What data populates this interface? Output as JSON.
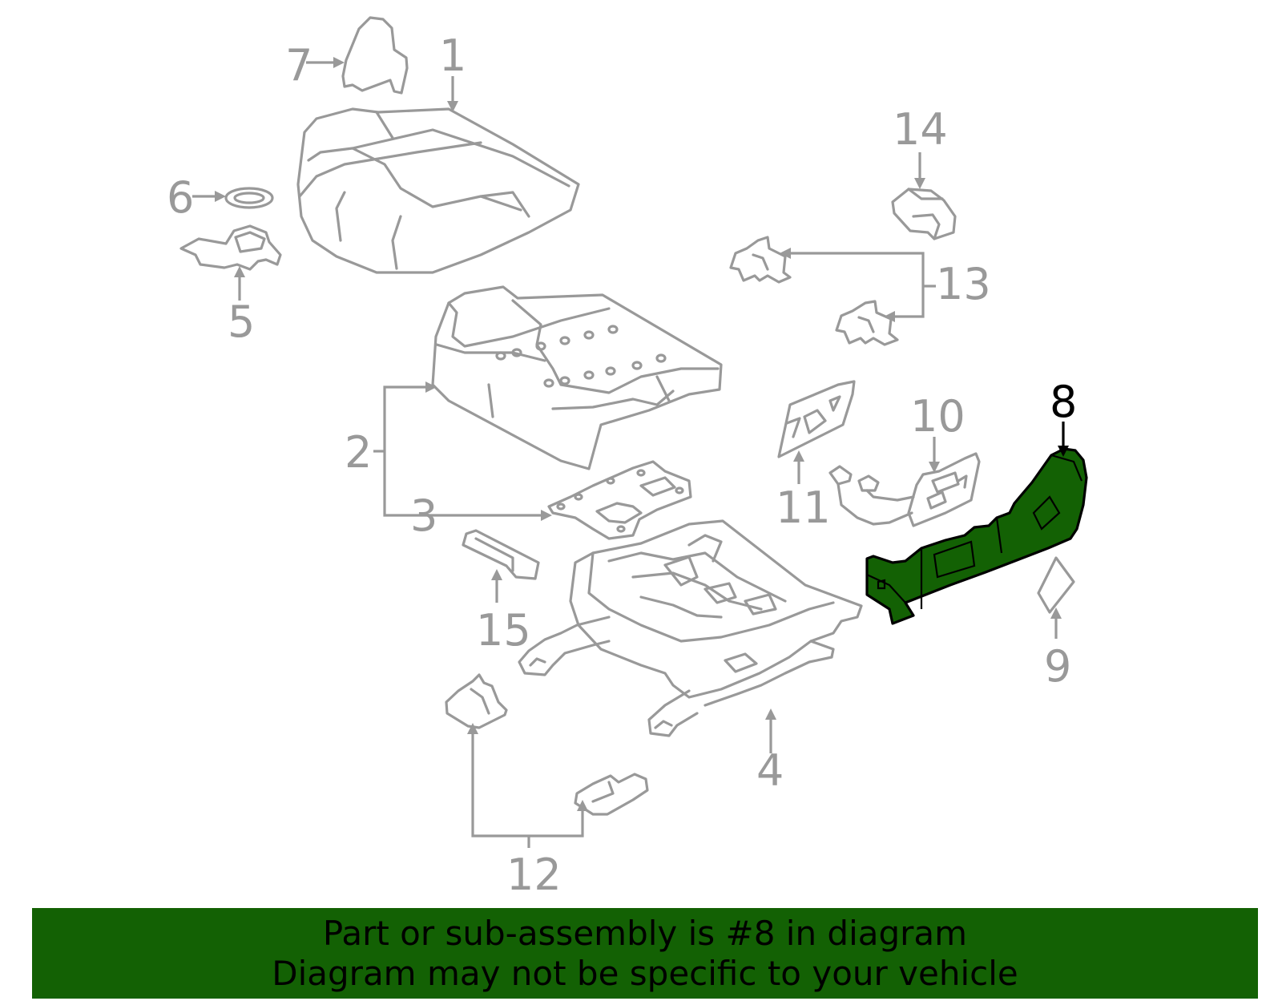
{
  "callouts": [
    {
      "id": "1",
      "label": "1"
    },
    {
      "id": "2",
      "label": "2"
    },
    {
      "id": "3",
      "label": "3"
    },
    {
      "id": "4",
      "label": "4"
    },
    {
      "id": "5",
      "label": "5"
    },
    {
      "id": "6",
      "label": "6"
    },
    {
      "id": "7",
      "label": "7"
    },
    {
      "id": "8",
      "label": "8",
      "highlighted": true
    },
    {
      "id": "9",
      "label": "9"
    },
    {
      "id": "10",
      "label": "10"
    },
    {
      "id": "11",
      "label": "11"
    },
    {
      "id": "12",
      "label": "12"
    },
    {
      "id": "13",
      "label": "13"
    },
    {
      "id": "14",
      "label": "14"
    },
    {
      "id": "15",
      "label": "15"
    }
  ],
  "banner": {
    "line1": "Part or sub-assembly is #8 in diagram",
    "line2": "Diagram may not be specific to your vehicle"
  },
  "colors": {
    "highlight": "#136104",
    "linework": "#999999",
    "highlight_outline": "#000000"
  }
}
